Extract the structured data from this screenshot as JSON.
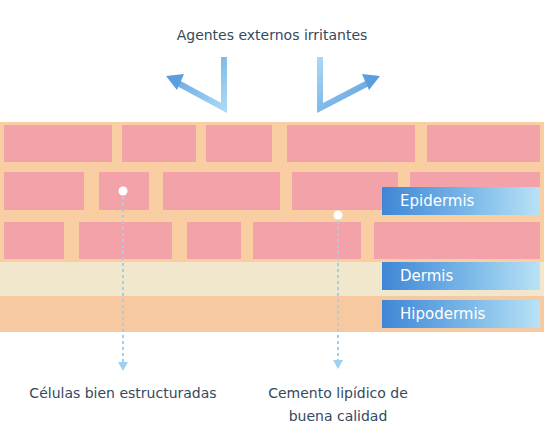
{
  "diagram": {
    "nodes": [
      {
        "text": [
          "Epidermis"
        ]
      },
      {
        "text": [
          "Dermis"
        ]
      },
      {
        "text": [
          "Hipodermis"
        ]
      }
    ],
    "labels": [
      "Agentes externos irritantes",
      "Células bien estructuradas",
      "Cemento lipídico de buena calidad"
    ]
  }
}
